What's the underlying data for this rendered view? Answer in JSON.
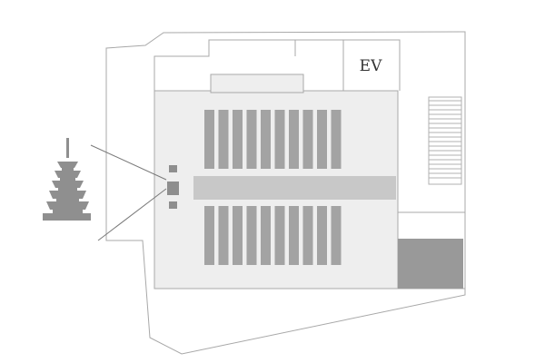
{
  "floor_plan": {
    "rooms": {
      "elevator": {
        "label": "EV"
      }
    },
    "main_hall": {
      "seat_rows_upper": 10,
      "seat_rows_lower": 10
    }
  },
  "colors": {
    "background": "#ffffff",
    "outline": "#a8a8a8",
    "hall_fill": "#eeeeee",
    "seat_fill": "#a3a3a3",
    "aisle_fill": "#c8c8c8",
    "marker_fill": "#8e8e8e",
    "dark_block_fill": "#999999",
    "pagoda_fill": "#8f8f8f",
    "stairs_line": "#b0b0b0",
    "label": "#333333"
  },
  "icons": {
    "landmark": "five-story-pagoda-icon",
    "stairs": "staircase-icon"
  }
}
